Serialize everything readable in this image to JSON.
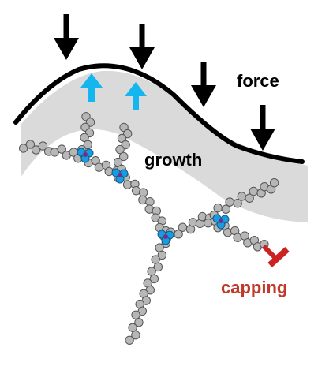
{
  "labels": {
    "force": "force",
    "growth": "growth",
    "capping": "capping"
  },
  "colors": {
    "membrane": "#000000",
    "membrane_band": "#dadada",
    "force_arrow": "#000000",
    "growth_arrow": "#14b6f0",
    "filament_monomer": "#b7b7b7",
    "monomer_outline": "#555555",
    "branch_node": "#1a9be0",
    "branch_node_core": "#7a2a8a",
    "capping_protein": "#cc2222",
    "capping_label": "#c0392b",
    "text": "#000000"
  }
}
